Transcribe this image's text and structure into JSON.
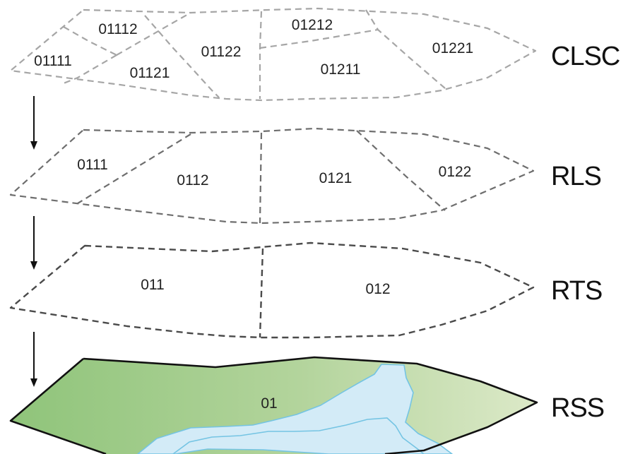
{
  "layers": {
    "clsc": {
      "name": "CLSC",
      "regions": [
        "01112",
        "01111",
        "01121",
        "01122",
        "01212",
        "01211",
        "01221"
      ]
    },
    "rls": {
      "name": "RLS",
      "regions": [
        "0111",
        "0112",
        "0121",
        "0122"
      ]
    },
    "rts": {
      "name": "RTS",
      "regions": [
        "011",
        "012"
      ]
    },
    "rss": {
      "name": "RSS",
      "regions": [
        "01"
      ]
    }
  },
  "colors": {
    "land_green": "#8fc47a",
    "land_light": "#dce9c8",
    "water": "#d3ebf7",
    "water_edge": "#74c4e3",
    "clsc_line": "#a6a6a6",
    "rls_line": "#6e6e6e",
    "rts_line": "#4a4a4a"
  },
  "icons": [
    "down-arrow-icon"
  ]
}
